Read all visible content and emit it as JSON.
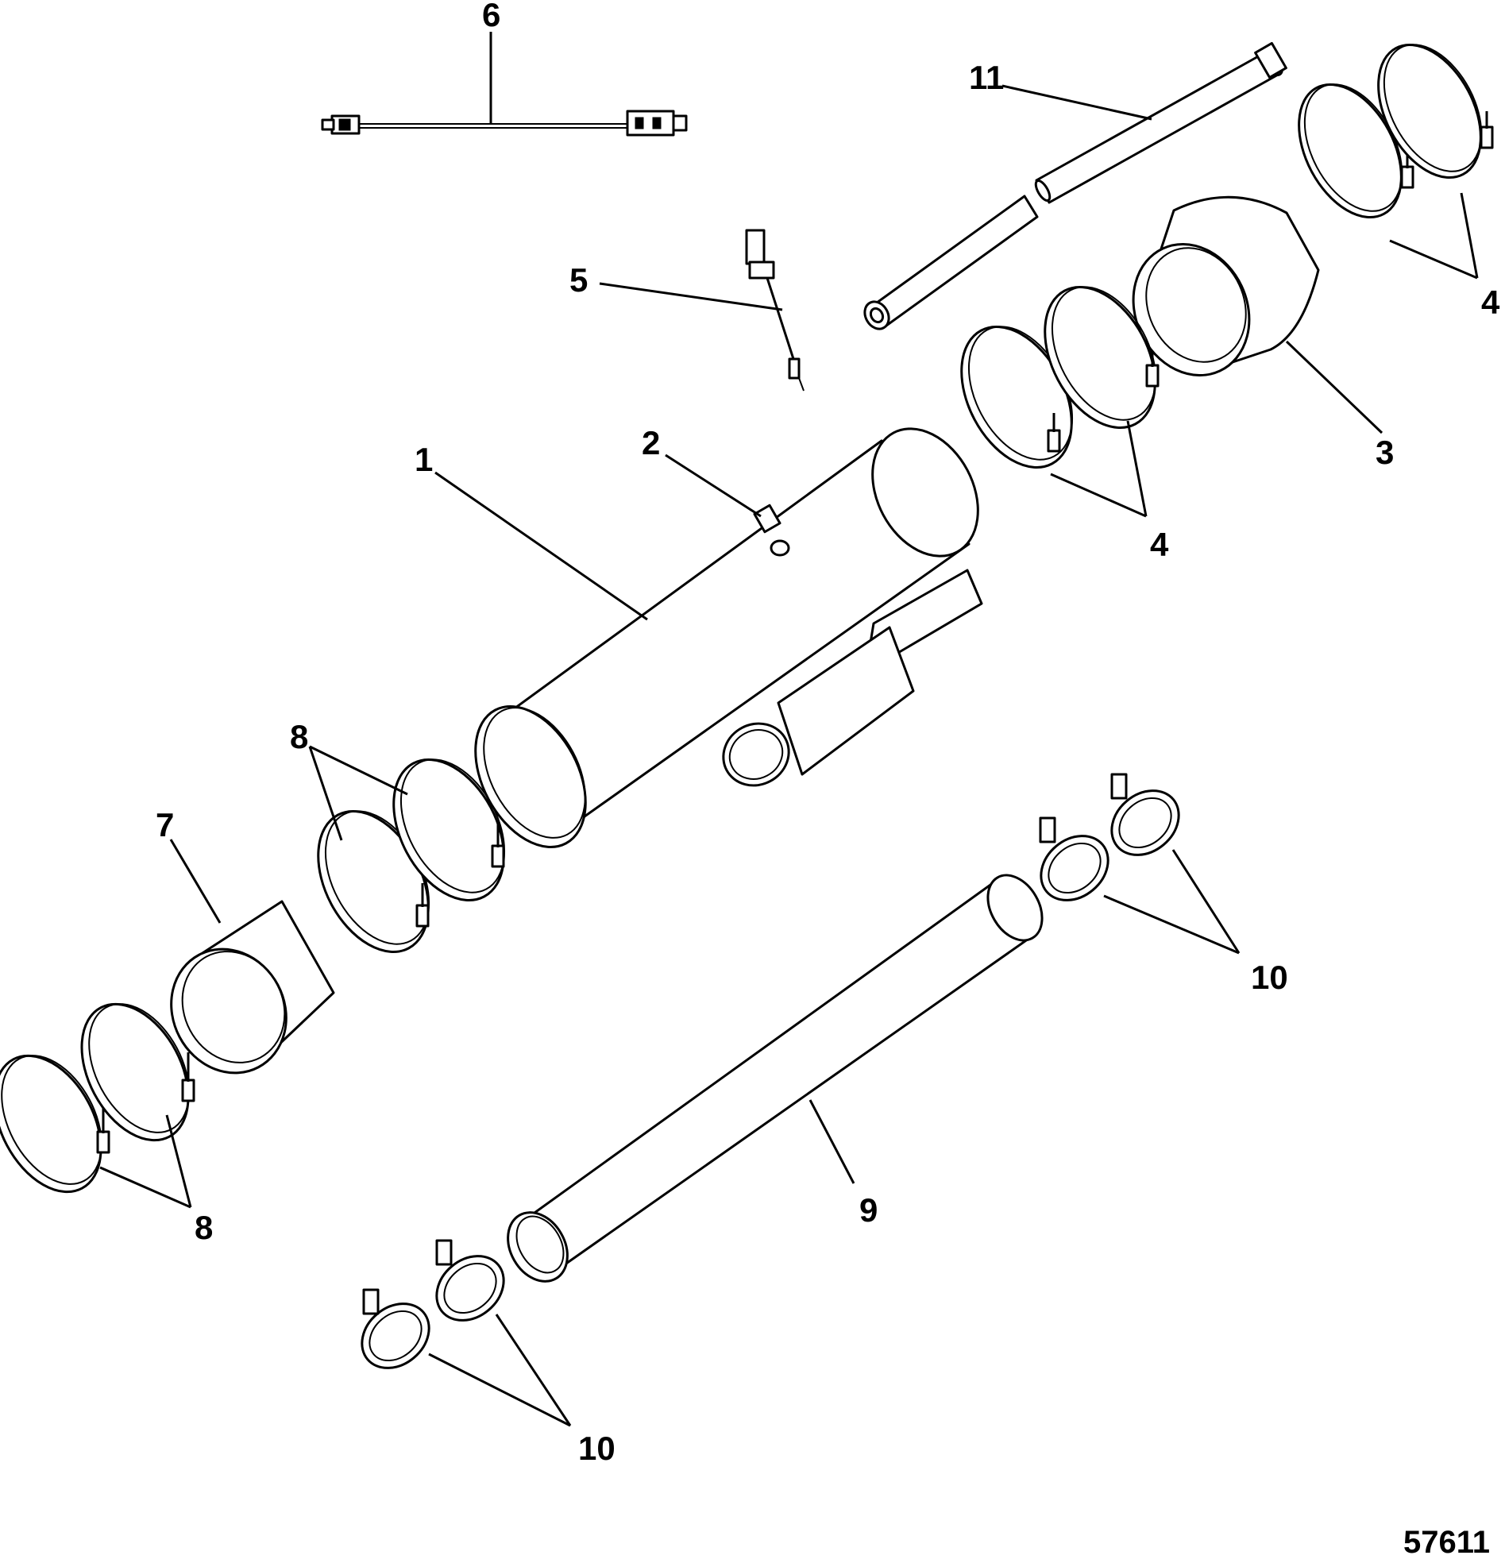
{
  "figure_number": "57611",
  "callouts": {
    "c1": "1",
    "c2": "2",
    "c3": "3",
    "c4a": "4",
    "c4b": "4",
    "c5": "5",
    "c6": "6",
    "c7": "7",
    "c8a": "8",
    "c8b": "8",
    "c9": "9",
    "c10a": "10",
    "c10b": "10",
    "c11": "11"
  },
  "colors": {
    "line": "#000000",
    "background": "#ffffff"
  }
}
